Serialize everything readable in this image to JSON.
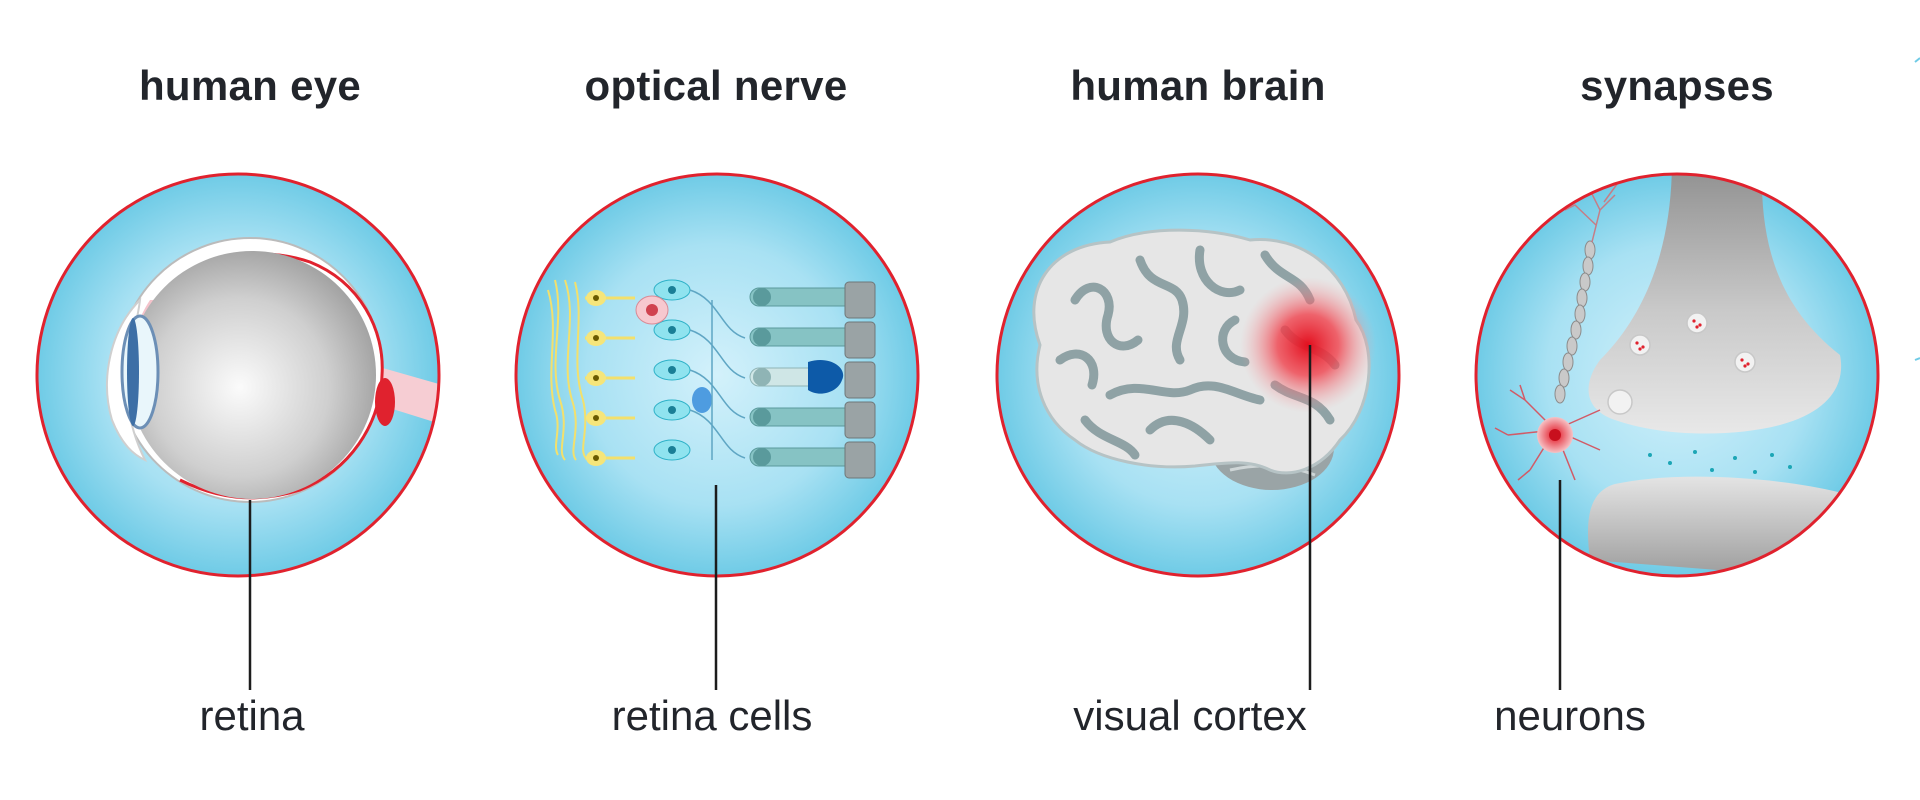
{
  "panels": [
    {
      "title": "human eye",
      "label": "retina",
      "icon": "eye-cross-section-icon"
    },
    {
      "title": "optical nerve",
      "label": "retina cells",
      "icon": "retina-cells-icon"
    },
    {
      "title": "human brain",
      "label": "visual cortex",
      "icon": "brain-icon"
    },
    {
      "title": "synapses",
      "label": "neurons",
      "icon": "synapse-icon"
    }
  ],
  "colors": {
    "circle_border": "#e0222e",
    "circle_fill": "#6fcbe6",
    "leader_line": "#1c1c1c",
    "text": "#22252b"
  }
}
